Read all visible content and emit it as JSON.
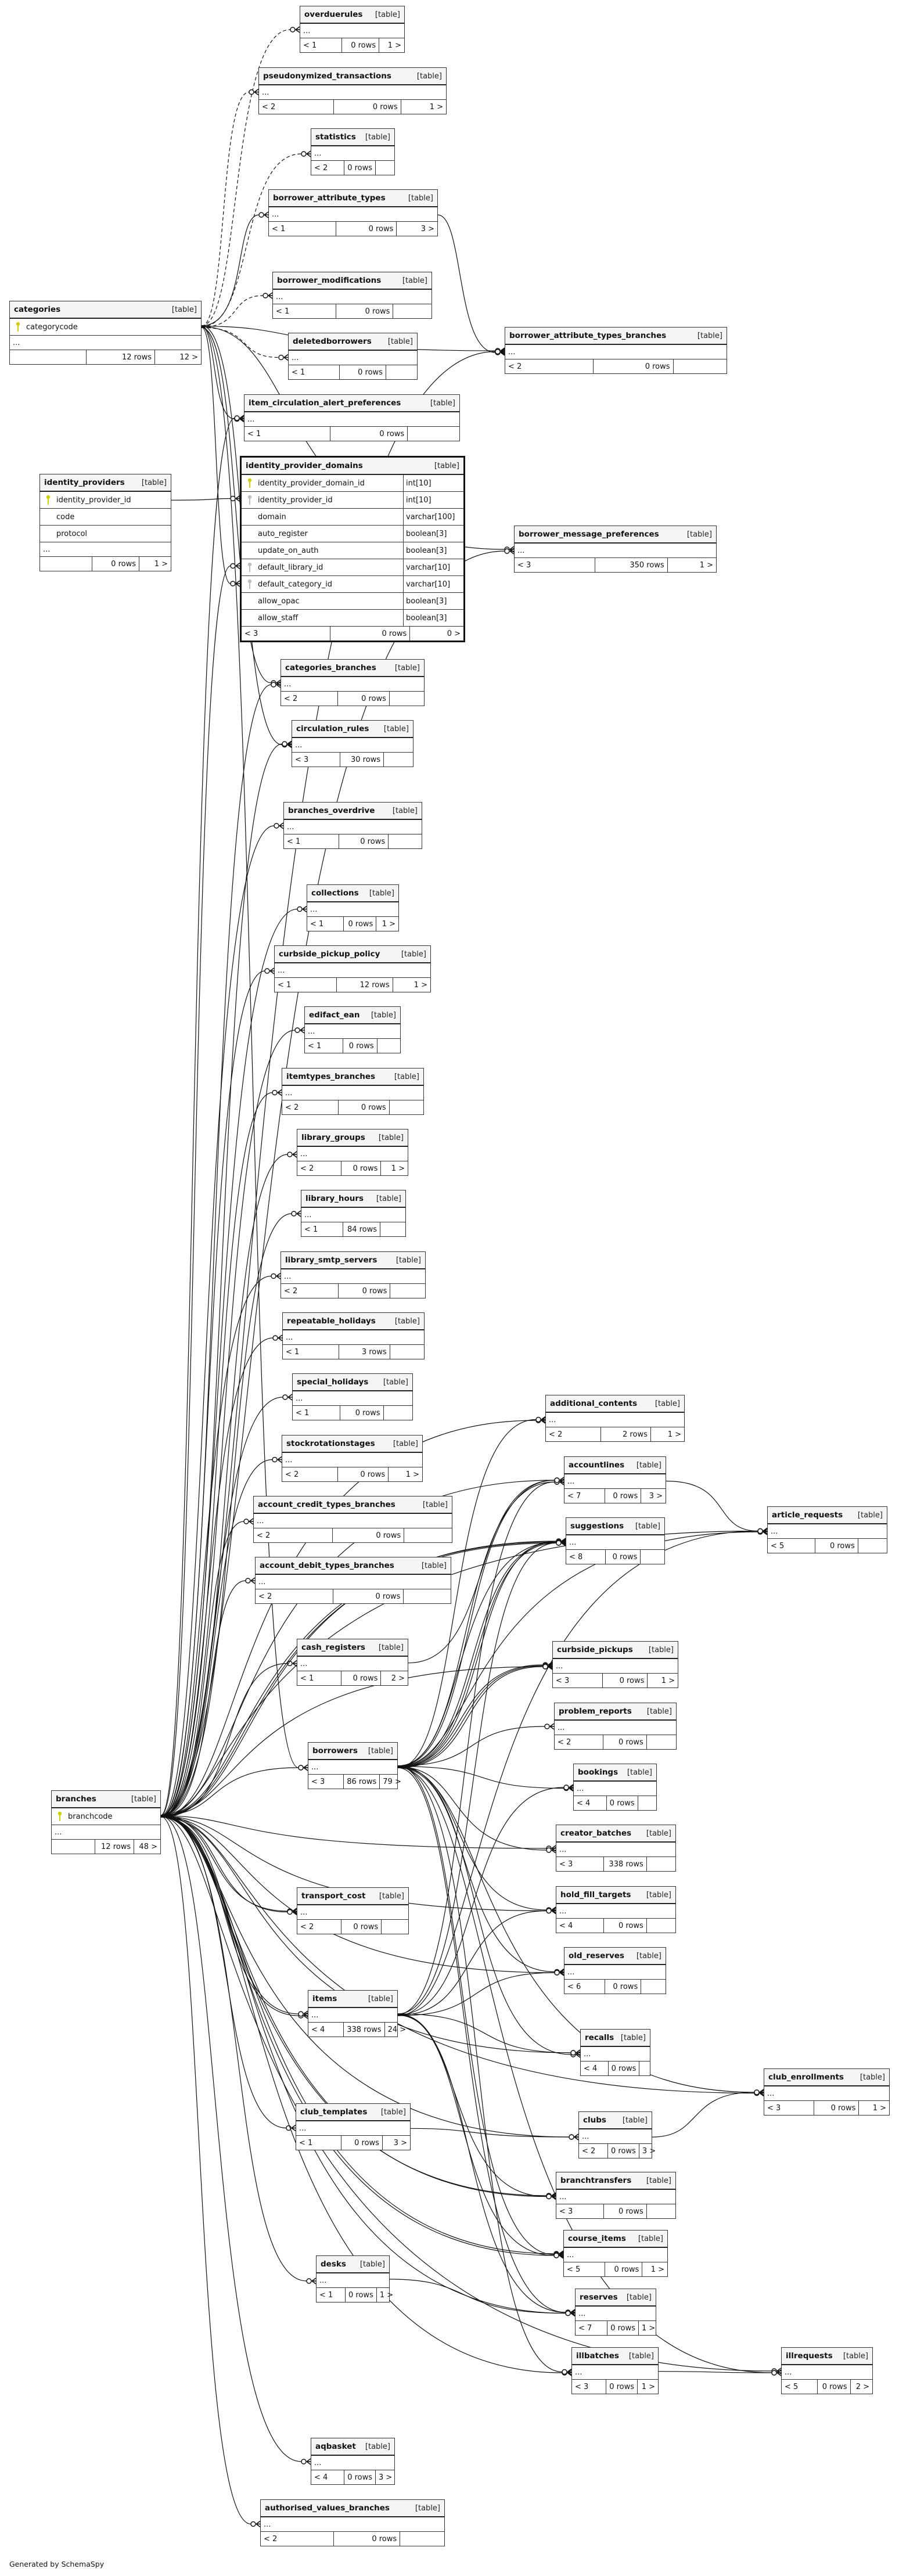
{
  "footer_credit": "Generated by SchemaSpy",
  "colors": {
    "pk_key": "#d4d000",
    "fk_key": "#bdbdbd",
    "header_bg": "#f4f4f4",
    "line": "#111111"
  },
  "tables": [
    {
      "id": "overduerules",
      "name": "overduerules",
      "type": "[table]",
      "more": "...",
      "footer": {
        "left": "< 1",
        "rows": "0 rows",
        "right": "1 >"
      }
    },
    {
      "id": "pseudonymized_transactions",
      "name": "pseudonymized_transactions",
      "type": "[table]",
      "more": "...",
      "footer": {
        "left": "< 2",
        "rows": "0 rows",
        "right": "1 >"
      }
    },
    {
      "id": "statistics",
      "name": "statistics",
      "type": "[table]",
      "more": "...",
      "footer": {
        "left": "< 2",
        "rows": "0 rows",
        "right": ""
      }
    },
    {
      "id": "borrower_attribute_types",
      "name": "borrower_attribute_types",
      "type": "[table]",
      "more": "...",
      "footer": {
        "left": "< 1",
        "rows": "0 rows",
        "right": "3 >"
      }
    },
    {
      "id": "borrower_modifications",
      "name": "borrower_modifications",
      "type": "[table]",
      "more": "...",
      "footer": {
        "left": "< 1",
        "rows": "0 rows",
        "right": ""
      }
    },
    {
      "id": "deletedborrowers",
      "name": "deletedborrowers",
      "type": "[table]",
      "more": "...",
      "footer": {
        "left": "< 1",
        "rows": "0 rows",
        "right": ""
      }
    },
    {
      "id": "item_circulation_alert_preferences",
      "name": "item_circulation_alert_preferences",
      "type": "[table]",
      "more": "...",
      "footer": {
        "left": "< 1",
        "rows": "0 rows",
        "right": ""
      }
    },
    {
      "id": "categories",
      "name": "categories",
      "type": "[table]",
      "columns": [
        {
          "name": "categorycode",
          "key": "pk"
        }
      ],
      "more": "...",
      "footer": {
        "left": "",
        "rows": "12 rows",
        "right": "12 >"
      }
    },
    {
      "id": "identity_providers",
      "name": "identity_providers",
      "type": "[table]",
      "columns": [
        {
          "name": "identity_provider_id",
          "key": "pk"
        },
        {
          "name": "code",
          "key": ""
        },
        {
          "name": "protocol",
          "key": ""
        }
      ],
      "more": "...",
      "footer": {
        "left": "",
        "rows": "0 rows",
        "right": "1 >"
      }
    },
    {
      "id": "identity_provider_domains",
      "name": "identity_provider_domains",
      "type": "[table]",
      "columns": [
        {
          "name": "identity_provider_domain_id",
          "coltype": "int[10]",
          "key": "pk"
        },
        {
          "name": "identity_provider_id",
          "coltype": "int[10]",
          "key": "fk"
        },
        {
          "name": "domain",
          "coltype": "varchar[100]",
          "key": ""
        },
        {
          "name": "auto_register",
          "coltype": "boolean[3]",
          "key": ""
        },
        {
          "name": "update_on_auth",
          "coltype": "boolean[3]",
          "key": ""
        },
        {
          "name": "default_library_id",
          "coltype": "varchar[10]",
          "key": "fk"
        },
        {
          "name": "default_category_id",
          "coltype": "varchar[10]",
          "key": "fk"
        },
        {
          "name": "allow_opac",
          "coltype": "boolean[3]",
          "key": ""
        },
        {
          "name": "allow_staff",
          "coltype": "boolean[3]",
          "key": ""
        }
      ],
      "footer": {
        "left": "< 3",
        "rows": "0 rows",
        "right": "0 >"
      }
    },
    {
      "id": "borrower_attribute_types_branches",
      "name": "borrower_attribute_types_branches",
      "type": "[table]",
      "more": "...",
      "footer": {
        "left": "< 2",
        "rows": "0 rows",
        "right": ""
      }
    },
    {
      "id": "borrower_message_preferences",
      "name": "borrower_message_preferences",
      "type": "[table]",
      "more": "...",
      "footer": {
        "left": "< 3",
        "rows": "350 rows",
        "right": "1 >"
      }
    },
    {
      "id": "categories_branches",
      "name": "categories_branches",
      "type": "[table]",
      "more": "...",
      "footer": {
        "left": "< 2",
        "rows": "0 rows",
        "right": ""
      }
    },
    {
      "id": "circulation_rules",
      "name": "circulation_rules",
      "type": "[table]",
      "more": "...",
      "footer": {
        "left": "< 3",
        "rows": "30 rows",
        "right": ""
      }
    },
    {
      "id": "branches_overdrive",
      "name": "branches_overdrive",
      "type": "[table]",
      "more": "...",
      "footer": {
        "left": "< 1",
        "rows": "0 rows",
        "right": ""
      }
    },
    {
      "id": "collections",
      "name": "collections",
      "type": "[table]",
      "more": "...",
      "footer": {
        "left": "< 1",
        "rows": "0 rows",
        "right": "1 >"
      }
    },
    {
      "id": "curbside_pickup_policy",
      "name": "curbside_pickup_policy",
      "type": "[table]",
      "more": "...",
      "footer": {
        "left": "< 1",
        "rows": "12 rows",
        "right": "1 >"
      }
    },
    {
      "id": "edifact_ean",
      "name": "edifact_ean",
      "type": "[table]",
      "more": "...",
      "footer": {
        "left": "< 1",
        "rows": "0 rows",
        "right": ""
      }
    },
    {
      "id": "itemtypes_branches",
      "name": "itemtypes_branches",
      "type": "[table]",
      "more": "...",
      "footer": {
        "left": "< 2",
        "rows": "0 rows",
        "right": ""
      }
    },
    {
      "id": "library_groups",
      "name": "library_groups",
      "type": "[table]",
      "more": "...",
      "footer": {
        "left": "< 2",
        "rows": "0 rows",
        "right": "1 >"
      }
    },
    {
      "id": "library_hours",
      "name": "library_hours",
      "type": "[table]",
      "more": "...",
      "footer": {
        "left": "< 1",
        "rows": "84 rows",
        "right": ""
      }
    },
    {
      "id": "library_smtp_servers",
      "name": "library_smtp_servers",
      "type": "[table]",
      "more": "...",
      "footer": {
        "left": "< 2",
        "rows": "0 rows",
        "right": ""
      }
    },
    {
      "id": "repeatable_holidays",
      "name": "repeatable_holidays",
      "type": "[table]",
      "more": "...",
      "footer": {
        "left": "< 1",
        "rows": "3 rows",
        "right": ""
      }
    },
    {
      "id": "special_holidays",
      "name": "special_holidays",
      "type": "[table]",
      "more": "...",
      "footer": {
        "left": "< 1",
        "rows": "0 rows",
        "right": ""
      }
    },
    {
      "id": "stockrotationstages",
      "name": "stockrotationstages",
      "type": "[table]",
      "more": "...",
      "footer": {
        "left": "< 2",
        "rows": "0 rows",
        "right": "1 >"
      }
    },
    {
      "id": "account_credit_types_branches",
      "name": "account_credit_types_branches",
      "type": "[table]",
      "more": "...",
      "footer": {
        "left": "< 2",
        "rows": "0 rows",
        "right": ""
      }
    },
    {
      "id": "account_debit_types_branches",
      "name": "account_debit_types_branches",
      "type": "[table]",
      "more": "...",
      "footer": {
        "left": "< 2",
        "rows": "0 rows",
        "right": ""
      }
    },
    {
      "id": "cash_registers",
      "name": "cash_registers",
      "type": "[table]",
      "more": "...",
      "footer": {
        "left": "< 1",
        "rows": "0 rows",
        "right": "2 >"
      }
    },
    {
      "id": "borrowers",
      "name": "borrowers",
      "type": "[table]",
      "more": "...",
      "footer": {
        "left": "< 3",
        "rows": "86 rows",
        "right": "79 >"
      }
    },
    {
      "id": "branches",
      "name": "branches",
      "type": "[table]",
      "columns": [
        {
          "name": "branchcode",
          "key": "pk"
        }
      ],
      "more": "...",
      "footer": {
        "left": "",
        "rows": "12 rows",
        "right": "48 >"
      }
    },
    {
      "id": "transport_cost",
      "name": "transport_cost",
      "type": "[table]",
      "more": "...",
      "footer": {
        "left": "< 2",
        "rows": "0 rows",
        "right": ""
      }
    },
    {
      "id": "items",
      "name": "items",
      "type": "[table]",
      "more": "...",
      "footer": {
        "left": "< 4",
        "rows": "338 rows",
        "right": "24 >"
      }
    },
    {
      "id": "club_templates",
      "name": "club_templates",
      "type": "[table]",
      "more": "...",
      "footer": {
        "left": "< 1",
        "rows": "0 rows",
        "right": "3 >"
      }
    },
    {
      "id": "desks",
      "name": "desks",
      "type": "[table]",
      "more": "...",
      "footer": {
        "left": "< 1",
        "rows": "0 rows",
        "right": "1 >"
      }
    },
    {
      "id": "aqbasket",
      "name": "aqbasket",
      "type": "[table]",
      "more": "...",
      "footer": {
        "left": "< 4",
        "rows": "0 rows",
        "right": "3 >"
      }
    },
    {
      "id": "authorised_values_branches",
      "name": "authorised_values_branches",
      "type": "[table]",
      "more": "...",
      "footer": {
        "left": "< 2",
        "rows": "0 rows",
        "right": ""
      }
    },
    {
      "id": "additional_contents",
      "name": "additional_contents",
      "type": "[table]",
      "more": "...",
      "footer": {
        "left": "< 2",
        "rows": "2 rows",
        "right": "1 >"
      }
    },
    {
      "id": "accountlines",
      "name": "accountlines",
      "type": "[table]",
      "more": "...",
      "footer": {
        "left": "< 7",
        "rows": "0 rows",
        "right": "3 >"
      }
    },
    {
      "id": "suggestions",
      "name": "suggestions",
      "type": "[table]",
      "more": "...",
      "footer": {
        "left": "< 8",
        "rows": "0 rows",
        "right": ""
      }
    },
    {
      "id": "article_requests",
      "name": "article_requests",
      "type": "[table]",
      "more": "...",
      "footer": {
        "left": "< 5",
        "rows": "0 rows",
        "right": ""
      }
    },
    {
      "id": "curbside_pickups",
      "name": "curbside_pickups",
      "type": "[table]",
      "more": "...",
      "footer": {
        "left": "< 3",
        "rows": "0 rows",
        "right": "1 >"
      }
    },
    {
      "id": "problem_reports",
      "name": "problem_reports",
      "type": "[table]",
      "more": "...",
      "footer": {
        "left": "< 2",
        "rows": "0 rows",
        "right": ""
      }
    },
    {
      "id": "bookings",
      "name": "bookings",
      "type": "[table]",
      "more": "...",
      "footer": {
        "left": "< 4",
        "rows": "0 rows",
        "right": ""
      }
    },
    {
      "id": "creator_batches",
      "name": "creator_batches",
      "type": "[table]",
      "more": "...",
      "footer": {
        "left": "< 3",
        "rows": "338 rows",
        "right": ""
      }
    },
    {
      "id": "hold_fill_targets",
      "name": "hold_fill_targets",
      "type": "[table]",
      "more": "...",
      "footer": {
        "left": "< 4",
        "rows": "0 rows",
        "right": ""
      }
    },
    {
      "id": "old_reserves",
      "name": "old_reserves",
      "type": "[table]",
      "more": "...",
      "footer": {
        "left": "< 6",
        "rows": "0 rows",
        "right": ""
      }
    },
    {
      "id": "recalls",
      "name": "recalls",
      "type": "[table]",
      "more": "...",
      "footer": {
        "left": "< 4",
        "rows": "0 rows",
        "right": ""
      }
    },
    {
      "id": "club_enrollments",
      "name": "club_enrollments",
      "type": "[table]",
      "more": "...",
      "footer": {
        "left": "< 3",
        "rows": "0 rows",
        "right": "1 >"
      }
    },
    {
      "id": "clubs",
      "name": "clubs",
      "type": "[table]",
      "more": "...",
      "footer": {
        "left": "< 2",
        "rows": "0 rows",
        "right": "3 >"
      }
    },
    {
      "id": "branchtransfers",
      "name": "branchtransfers",
      "type": "[table]",
      "more": "...",
      "footer": {
        "left": "< 3",
        "rows": "0 rows",
        "right": ""
      }
    },
    {
      "id": "course_items",
      "name": "course_items",
      "type": "[table]",
      "more": "...",
      "footer": {
        "left": "< 5",
        "rows": "0 rows",
        "right": "1 >"
      }
    },
    {
      "id": "reserves",
      "name": "reserves",
      "type": "[table]",
      "more": "...",
      "footer": {
        "left": "< 7",
        "rows": "0 rows",
        "right": "1 >"
      }
    },
    {
      "id": "illbatches",
      "name": "illbatches",
      "type": "[table]",
      "more": "...",
      "footer": {
        "left": "< 3",
        "rows": "0 rows",
        "right": "1 >"
      }
    },
    {
      "id": "illrequests",
      "name": "illrequests",
      "type": "[table]",
      "more": "...",
      "footer": {
        "left": "< 5",
        "rows": "0 rows",
        "right": "2 >"
      }
    }
  ]
}
